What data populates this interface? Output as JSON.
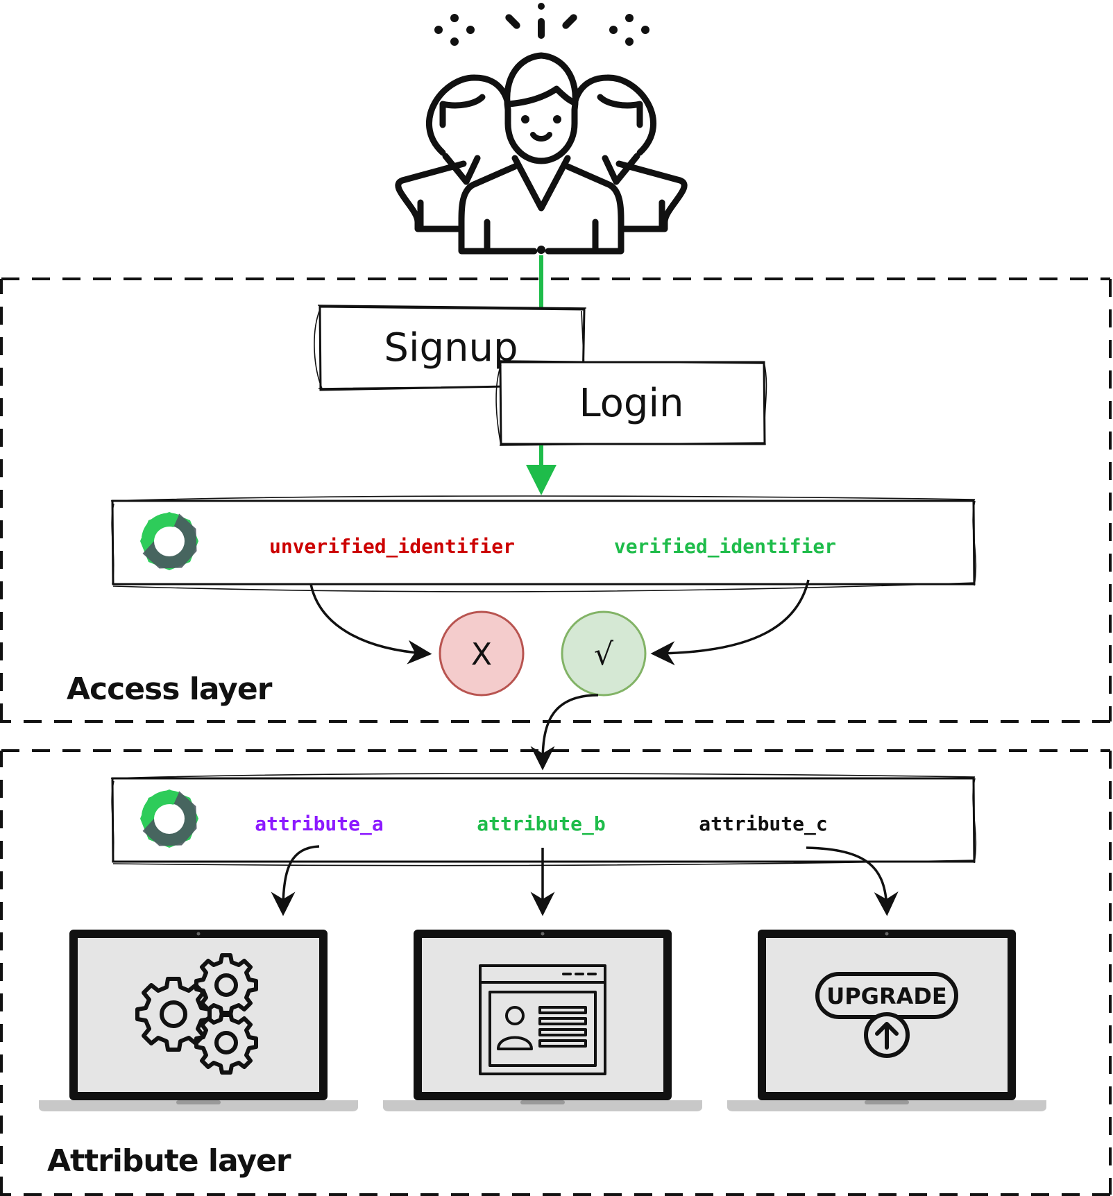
{
  "diagram": {
    "boxes": {
      "signup": "Signup",
      "login": "Login"
    },
    "access_bar": {
      "unverified": "unverified_identifier",
      "verified": "verified_identifier",
      "unverified_color": "#cc0000",
      "verified_color": "#1ebc4a"
    },
    "decisions": {
      "reject_symbol": "X",
      "accept_symbol": "√",
      "reject_fill": "#f4cccc",
      "reject_stroke": "#b85450",
      "accept_fill": "#d5e8d4",
      "accept_stroke": "#82b366"
    },
    "attribute_bar": {
      "a": "attribute_a",
      "b": "attribute_b",
      "c": "attribute_c",
      "a_color": "#8c1aff",
      "b_color": "#1ebc4a",
      "c_color": "#111111"
    },
    "layers": {
      "access": "Access layer",
      "attribute": "Attribute layer"
    },
    "upgrade_badge": "UPGRADE",
    "flow_color": "#1ebc4a",
    "logo_green": "#2ecc5a",
    "logo_dark": "#4a5a5f",
    "icons": [
      "users-icon",
      "logo-icon",
      "gears-icon",
      "profile-card-icon",
      "upgrade-icon",
      "laptop-icon"
    ]
  }
}
